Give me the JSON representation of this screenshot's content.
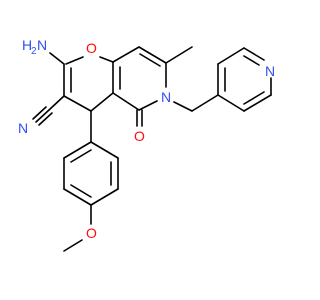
{
  "molecule": {
    "atom_labels": {
      "amine_h": "H",
      "amine_h_count": "2",
      "amine_n": "N",
      "ring_oxygen": "O",
      "nitrile_n": "N",
      "carbonyl_oxygen": "O",
      "lactam_n": "N",
      "ether_oxygen": "O",
      "pyridine_n": "N"
    },
    "colors": {
      "nitrogen": "#3050F8",
      "oxygen": "#FF0D0D",
      "carbon_bond": "#000000",
      "background": "#FFFFFF"
    }
  }
}
